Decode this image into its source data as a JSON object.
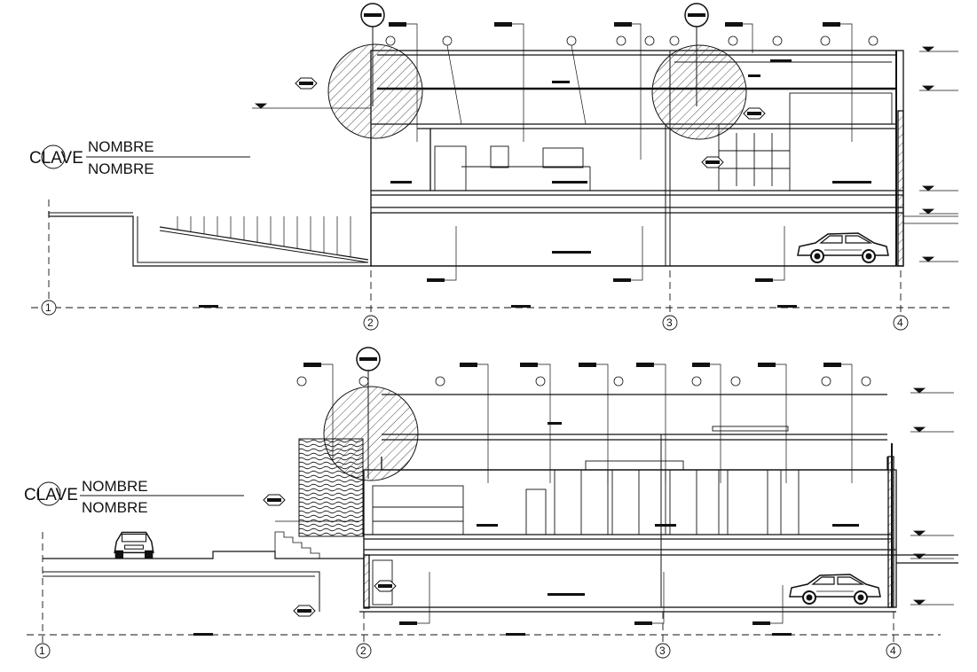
{
  "sections": [
    {
      "id": "section-upper",
      "clave": "CLAVE",
      "nombre_top": "NOMBRE",
      "nombre_bottom": "NOMBRE",
      "grid_axes": [
        "1",
        "2",
        "3",
        "4"
      ]
    },
    {
      "id": "section-lower",
      "clave": "CLAVE",
      "nombre_top": "NOMBRE",
      "nombre_bottom": "NOMBRE",
      "grid_axes": [
        "1",
        "2",
        "3",
        "4"
      ]
    }
  ],
  "icons": {
    "car": "car-icon",
    "level_marker": "level-marker-icon",
    "detail_callout": "detail-callout-icon",
    "section_marker": "section-marker-icon",
    "room_tag": "room-tag-icon"
  },
  "colors": {
    "line": "#111111",
    "background": "#ffffff"
  }
}
